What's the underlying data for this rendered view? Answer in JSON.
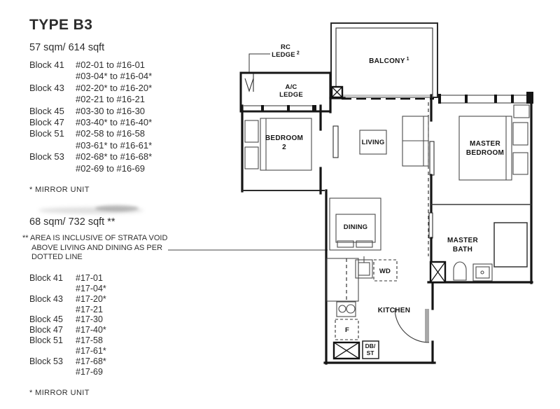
{
  "page": {
    "background": "#ffffff",
    "ink": "#262626",
    "line_color": "#151515"
  },
  "left_panel": {
    "title": "TYPE B3",
    "area_1": "57 sqm/ 614 sqft",
    "blocks_1": [
      {
        "block": "Block 41",
        "units": [
          "#02-01 to #16-01",
          "#03-04* to #16-04*"
        ]
      },
      {
        "block": "Block 43",
        "units": [
          "#02-20* to #16-20*",
          "#02-21 to #16-21"
        ]
      },
      {
        "block": "Block 45",
        "units": [
          "#03-30 to #16-30"
        ]
      },
      {
        "block": "Block 47",
        "units": [
          "#03-40* to #16-40*"
        ]
      },
      {
        "block": "Block 51",
        "units": [
          "#02-58 to #16-58",
          "#03-61* to #16-61*"
        ]
      },
      {
        "block": "Block 53",
        "units": [
          "#02-68* to #16-68*",
          "#02-69 to #16-69"
        ]
      }
    ],
    "mirror_note_1": "* MIRROR UNIT",
    "area_2": "68 sqm/ 732 sqft **",
    "strata_note_lines": [
      "** AREA IS INCLUSIVE OF STRATA VOID",
      "ABOVE LIVING AND DINING AS PER",
      "DOTTED LINE"
    ],
    "blocks_2": [
      {
        "block": "Block 41",
        "units": [
          "#17-01",
          "#17-04*"
        ]
      },
      {
        "block": "Block 43",
        "units": [
          "#17-20*",
          "#17-21"
        ]
      },
      {
        "block": "Block 45",
        "units": [
          "#17-30"
        ]
      },
      {
        "block": "Block 47",
        "units": [
          "#17-40*"
        ]
      },
      {
        "block": "Block 51",
        "units": [
          "#17-58",
          "#17-61*"
        ]
      },
      {
        "block": "Block 53",
        "units": [
          "#17-68*",
          "#17-69"
        ]
      }
    ],
    "mirror_note_2": "* MIRROR UNIT"
  },
  "floorplan": {
    "labels": {
      "rc_ledge_l1": "RC",
      "rc_ledge_l2": "LEDGE",
      "rc_ledge_sup": "2",
      "balcony": "BALCONY",
      "balcony_sup": "1",
      "ac_ledge_l1": "A/C",
      "ac_ledge_l2": "LEDGE",
      "bedroom2_l1": "BEDROOM",
      "bedroom2_l2": "2",
      "living": "LIVING",
      "master_bedroom_l1": "MASTER",
      "master_bedroom_l2": "BEDROOM",
      "dining": "DINING",
      "master_bath_l1": "MASTER",
      "master_bath_l2": "BATH",
      "kitchen": "KITCHEN",
      "washer_dryer": "WD",
      "fridge": "F",
      "db_st_l1": "DB/",
      "db_st_l2": "ST"
    }
  }
}
